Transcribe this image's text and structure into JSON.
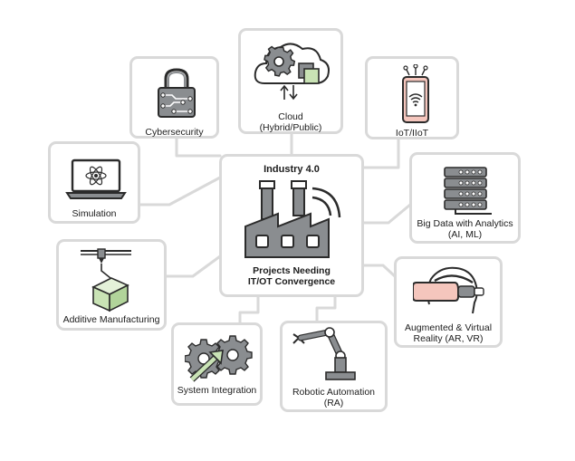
{
  "center": {
    "title": "Industry 4.0",
    "subtitle_line1": "Projects Needing",
    "subtitle_line2": "IT/OT Convergence",
    "icon": "factory-icon"
  },
  "nodes": {
    "cloud": {
      "line1": "Cloud",
      "line2": "(Hybrid/Public)",
      "icon": "cloud-gear-icon"
    },
    "cybersecurity": {
      "line1": "Cybersecurity",
      "icon": "circuit-padlock-icon"
    },
    "iot": {
      "line1": "IoT/IIoT",
      "icon": "smartphone-wifi-icon"
    },
    "simulation": {
      "line1": "Simulation",
      "icon": "laptop-atom-icon"
    },
    "bigdata": {
      "line1": "Big Data with Analytics",
      "line2": "(AI, ML)",
      "icon": "server-rack-icon"
    },
    "additive": {
      "line1": "Additive Manufacturing",
      "icon": "3d-printer-icon"
    },
    "ar_vr": {
      "line1": "Augmented & Virtual",
      "line2": "Reality (AR, VR)",
      "icon": "vr-headset-icon"
    },
    "system_integration": {
      "line1": "System Integration",
      "icon": "gears-arrow-icon"
    },
    "robotic": {
      "line1": "Robotic Automation",
      "line2": "(RA)",
      "icon": "robot-arm-icon"
    }
  },
  "colors": {
    "box_border": "#d9d9d9",
    "connector": "#d9d9d9",
    "accent_green": "#c9e3b5",
    "accent_pink": "#f5c6bd",
    "icon_gray": "#8a8d90",
    "icon_dark": "#2b2b2b"
  }
}
